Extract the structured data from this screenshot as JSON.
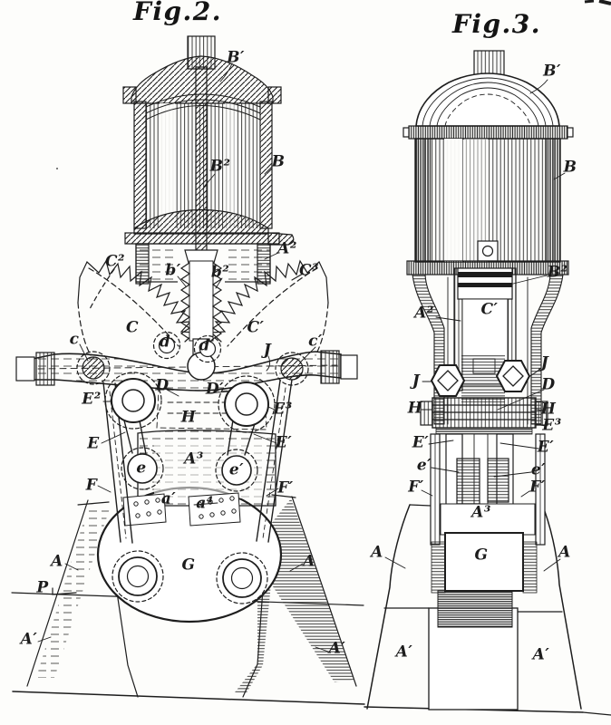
{
  "document": {
    "type": "patent-drawing-sheet",
    "colors": {
      "paper": "#fdfdfb",
      "ink": "#1d1d1d"
    }
  },
  "fig2": {
    "title": "Fig.2.",
    "labels": {
      "bp": "B′",
      "b2rod": "B²",
      "b": "B",
      "a2": "A²",
      "c2": "C²",
      "c3": "C³",
      "bsp": "b′",
      "bs2": "b²",
      "csec": "C",
      "csecp": "C′",
      "cs": "c",
      "csp": "c′",
      "j": "J",
      "ds": "d",
      "dsp": "d′",
      "dcap": "D",
      "dcapp": "D′",
      "e2": "E²",
      "e3": "E³",
      "h": "H",
      "e": "E",
      "ep": "E′",
      "a3": "A³",
      "es": "e",
      "esp": "e′",
      "f": "F",
      "fp": "F′",
      "asp": "a′",
      "as4": "a⁴",
      "a_left": "A",
      "a_right": "A",
      "g": "G",
      "p": "P",
      "ap_left": "A′",
      "ap_right": "A′"
    }
  },
  "fig3": {
    "title": "Fig.3.",
    "labels": {
      "bp": "B′",
      "b": "B",
      "b2": "B²",
      "a2": "A²",
      "cp": "C′",
      "j_left": "J",
      "j_right": "J",
      "d": "D",
      "h_left": "H",
      "h_right": "H",
      "e3": "E³",
      "ep_left": "E′",
      "ep_right": "E′",
      "esp_left": "e′",
      "esp_right": "e′",
      "fp_left": "F′",
      "fp_right": "F′",
      "a3": "A³",
      "g": "G",
      "a_left": "A",
      "a_right": "A",
      "ap_left": "A′",
      "ap_right": "A′"
    }
  }
}
